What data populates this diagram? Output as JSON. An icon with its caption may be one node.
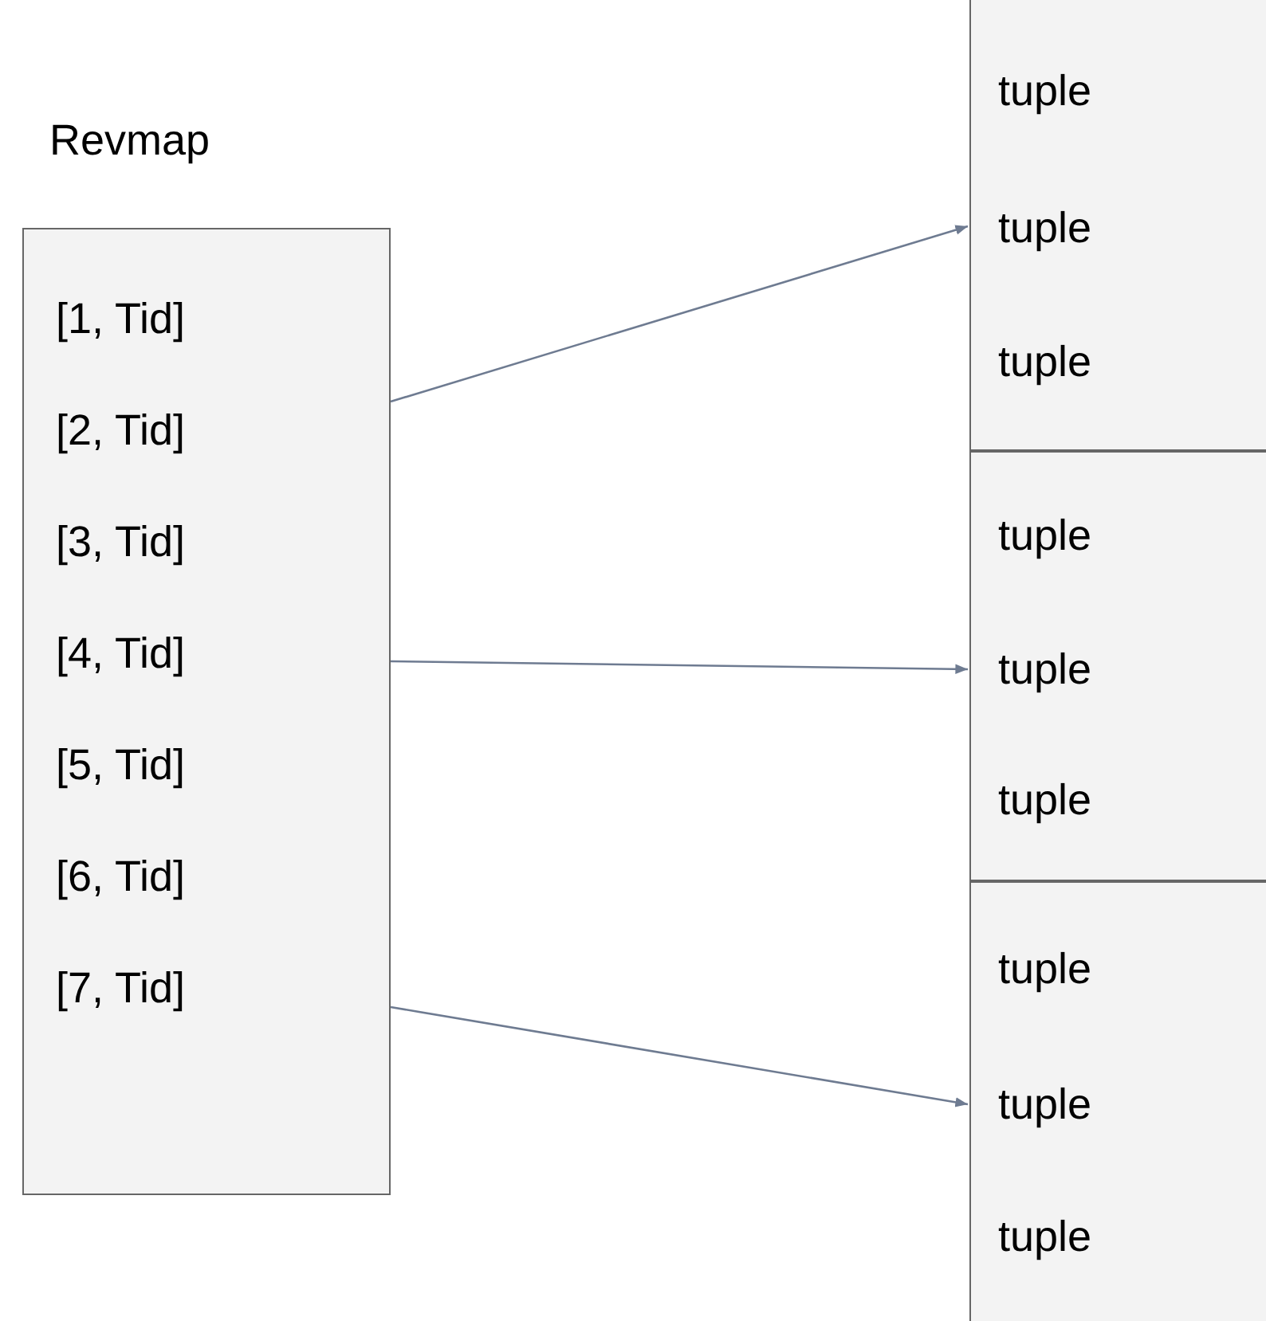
{
  "diagram": {
    "nodes": [
      {
        "text": [
          "Revmap",
          "[1,  Tid]",
          "[2,  Tid]",
          "[3,  Tid]",
          "[4,  Tid]",
          "[5,  Tid]",
          "[6,  Tid]",
          "[7,  Tid]"
        ]
      },
      {
        "text": [
          "tuple",
          "tuple",
          "tuple"
        ]
      },
      {
        "text": [
          "tuple",
          "tuple",
          "tuple"
        ]
      },
      {
        "text": [
          "tuple",
          "tuple",
          "tuple"
        ]
      }
    ],
    "edges": [
      {
        "from": 0,
        "to": 1,
        "arrow": "to"
      },
      {
        "from": 0,
        "to": 2,
        "arrow": "to"
      },
      {
        "from": 0,
        "to": 3,
        "arrow": "to"
      }
    ]
  }
}
